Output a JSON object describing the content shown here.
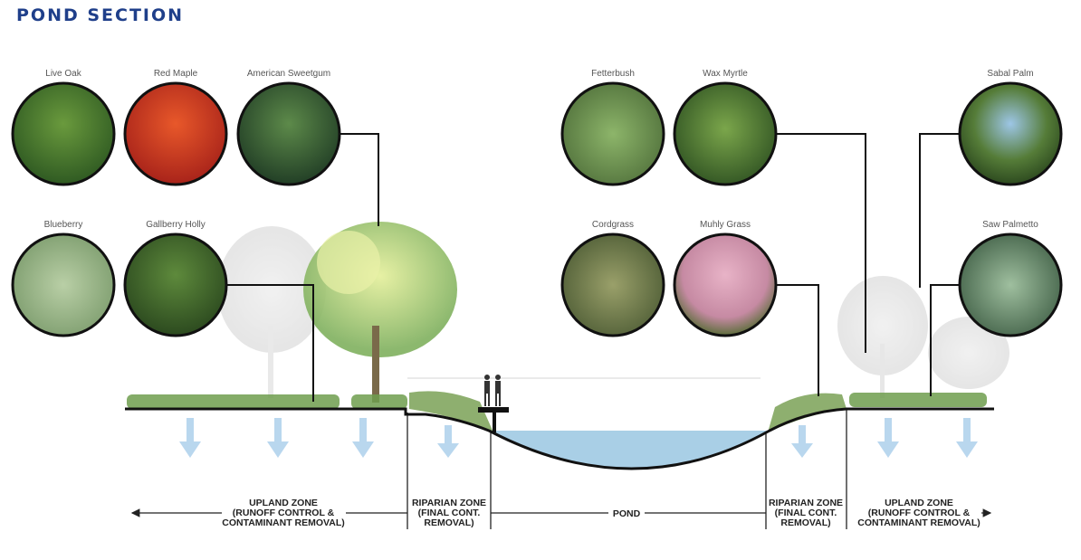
{
  "title": "POND SECTION",
  "plants": {
    "live_oak": "Live Oak",
    "red_maple": "Red Maple",
    "american_sweetgum": "American Sweetgum",
    "blueberry": "Blueberry",
    "gallberry_holly": "Gallberry Holly",
    "fetterbush": "Fetterbush",
    "wax_myrtle": "Wax Myrtle",
    "sabal_palm": "Sabal Palm",
    "cordgrass": "Cordgrass",
    "muhly_grass": "Muhly Grass",
    "saw_palmetto": "Saw Palmetto"
  },
  "zones": {
    "upland_left": [
      "UPLAND ZONE",
      "(RUNOFF CONTROL &",
      "CONTAMINANT REMOVAL)"
    ],
    "riparian_left": [
      "RIPARIAN ZONE",
      "(FINAL CONT.",
      "REMOVAL)"
    ],
    "pond": "POND",
    "riparian_right": [
      "RIPARIAN ZONE",
      "(FINAL CONT.",
      "REMOVAL)"
    ],
    "upland_right": [
      "UPLAND ZONE",
      "(RUNOFF CONTROL &",
      "CONTAMINANT REMOVAL)"
    ]
  },
  "colors": {
    "title": "#1f3f8a",
    "water": "#a9cfe6",
    "arrow": "#b9d7ee",
    "grass": "#6f9d4e"
  }
}
